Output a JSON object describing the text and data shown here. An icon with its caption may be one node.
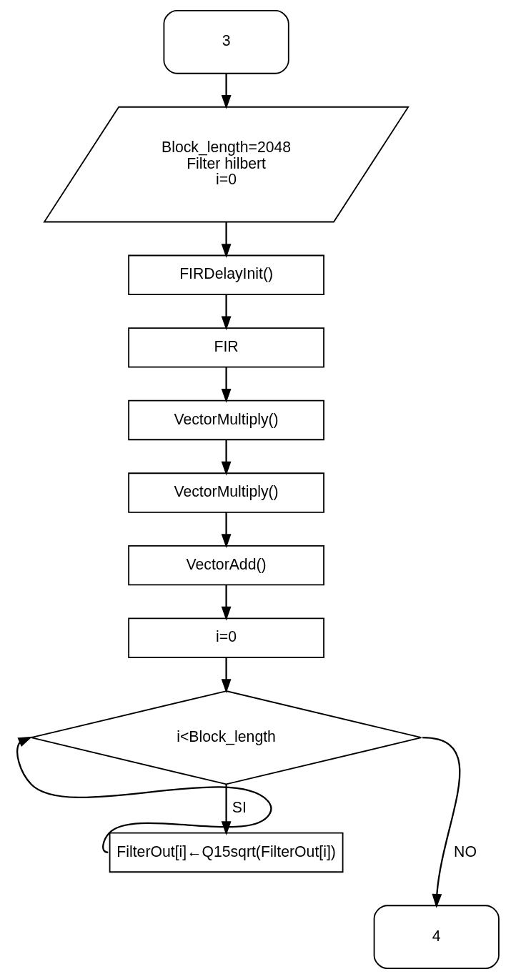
{
  "diagram": {
    "nodes": [
      {
        "text": [
          "3"
        ]
      },
      {
        "text": [
          "Block_length=2048",
          "Filter hilbert",
          "i=0"
        ]
      },
      {
        "text": [
          "FIRDelayInit()"
        ]
      },
      {
        "text": [
          "FIR"
        ]
      },
      {
        "text": [
          "VectorMultiply()"
        ]
      },
      {
        "text": [
          "VectorMultiply()"
        ]
      },
      {
        "text": [
          "VectorAdd()"
        ]
      },
      {
        "text": [
          "i=0"
        ]
      },
      {
        "text": [
          "i<Block_length"
        ]
      },
      {
        "text": [
          "FilterOut[i]←Q15sqrt(FilterOut[i])"
        ]
      },
      {
        "text": [
          "4"
        ]
      }
    ],
    "edges": [
      {
        "from": 0,
        "to": 1,
        "arrow": "to"
      },
      {
        "from": 1,
        "to": 2,
        "arrow": "to"
      },
      {
        "from": 2,
        "to": 3,
        "arrow": "to"
      },
      {
        "from": 3,
        "to": 4,
        "arrow": "to"
      },
      {
        "from": 4,
        "to": 5,
        "arrow": "to"
      },
      {
        "from": 5,
        "to": 6,
        "arrow": "to"
      },
      {
        "from": 6,
        "to": 7,
        "arrow": "to"
      },
      {
        "from": 7,
        "to": 8,
        "arrow": "to"
      },
      {
        "from": 8,
        "to": 9,
        "label": "SI",
        "arrow": "to"
      },
      {
        "from": 9,
        "to": 8,
        "arrow": "to"
      },
      {
        "from": 8,
        "to": 10,
        "label": "NO",
        "arrow": "to"
      }
    ]
  }
}
